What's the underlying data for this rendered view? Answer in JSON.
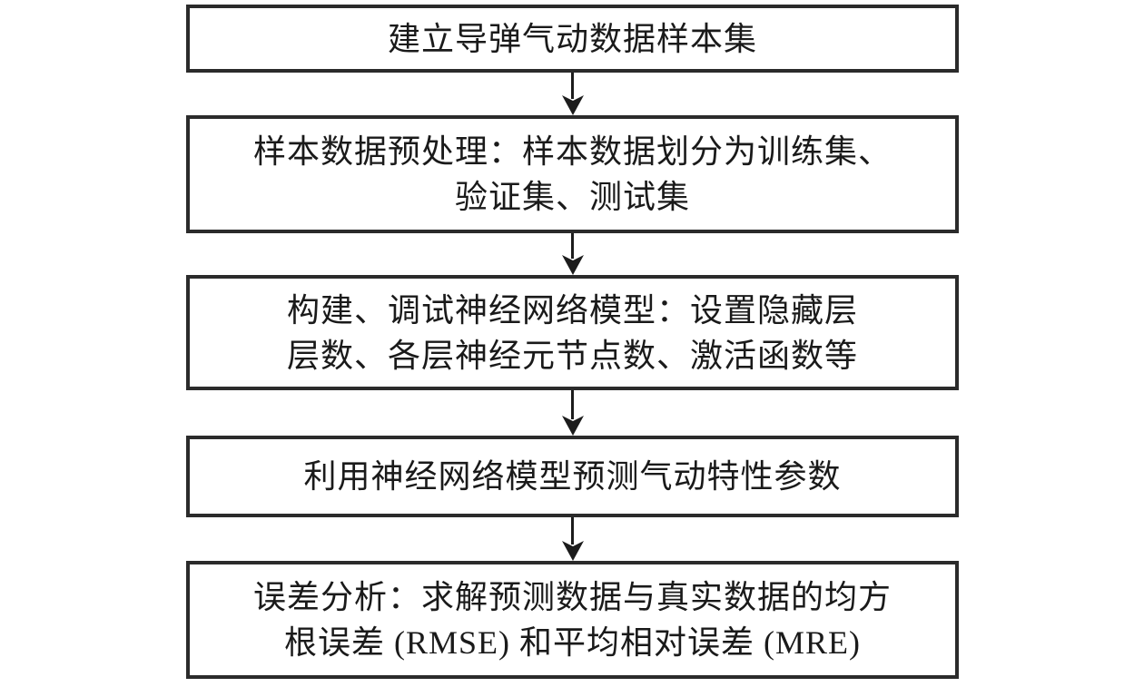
{
  "flowchart": {
    "description": "missile-aerodynamic-neural-network-process-flowchart",
    "colors": {
      "border": "#2b2b2b",
      "text": "#1a1a1a",
      "arrow": "#1c1c1c",
      "background": "#ffffff"
    },
    "steps": [
      {
        "lines": [
          "建立导弹气动数据样本集"
        ]
      },
      {
        "lines": [
          "样本数据预处理：样本数据划分为训练集、",
          "验证集、测试集"
        ]
      },
      {
        "lines": [
          "构建、调试神经网络模型：设置隐藏层",
          "层数、各层神经元节点数、激活函数等"
        ]
      },
      {
        "lines": [
          "利用神经网络模型预测气动特性参数"
        ]
      },
      {
        "lines": [
          "误差分析：求解预测数据与真实数据的均方",
          "根误差 (RMSE) 和平均相对误差 (MRE)"
        ]
      }
    ]
  }
}
